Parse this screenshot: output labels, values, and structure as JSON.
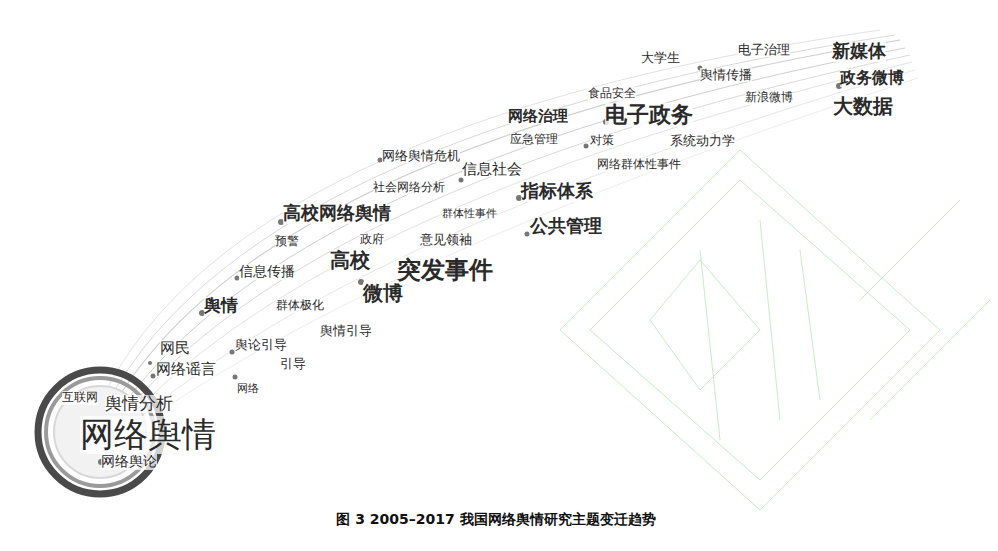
{
  "diagram": {
    "caption": "图 3 2005–2017 我国网络舆情研究主题变迁趋势",
    "labels": [
      "大学生",
      "电子治理",
      "新媒体",
      "舆情传播",
      "政务微博",
      "食品安全",
      "新浪微博",
      "大数据",
      "网络治理",
      "电子政务",
      "应急管理",
      "对策",
      "系统动力学",
      "网络舆情危机",
      "信息社会",
      "网络群体性事件",
      "社会网络分析",
      "指标体系",
      "高校网络舆情",
      "群体性事件",
      "公共管理",
      "预警",
      "政府",
      "意见领袖",
      "高校",
      "突发事件",
      "信息传播",
      "微博",
      "舆情",
      "群体极化",
      "网民",
      "舆论引导",
      "舆情引导",
      "网络谣言",
      "引导",
      "互联网",
      "舆情分析",
      "网络",
      "网络舆情",
      "网络舆论"
    ]
  }
}
